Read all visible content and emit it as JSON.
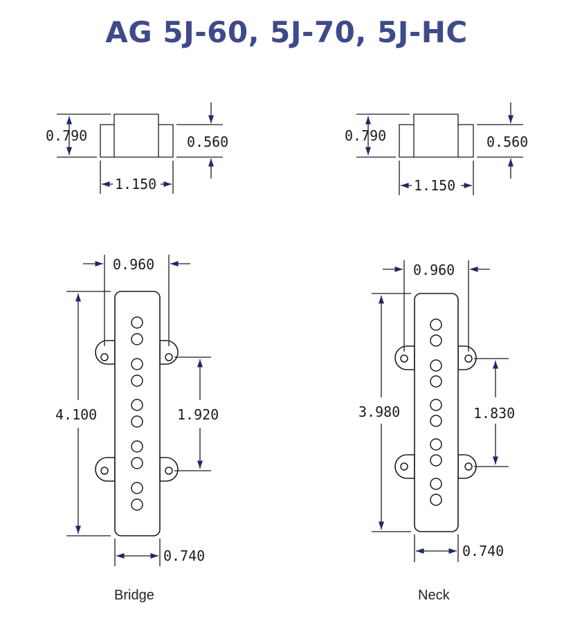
{
  "title": "AG 5J-60, 5J-70, 5J-HC",
  "colors": {
    "title": "#3f4a8a",
    "arrow": "#1a2a6a",
    "line": "#1a1a1a"
  },
  "bridge": {
    "caption": "Bridge",
    "side": {
      "height_total": "0.790",
      "height_tab": "0.560",
      "width": "1.150"
    },
    "top": {
      "width_tabs": "0.960",
      "length": "4.100",
      "mount_spacing": "1.920",
      "width_body": "0.740"
    }
  },
  "neck": {
    "caption": "Neck",
    "side": {
      "height_total": "0.790",
      "height_tab": "0.560",
      "width": "1.150"
    },
    "top": {
      "width_tabs": "0.960",
      "length": "3.980",
      "mount_spacing": "1.830",
      "width_body": "0.740"
    }
  }
}
